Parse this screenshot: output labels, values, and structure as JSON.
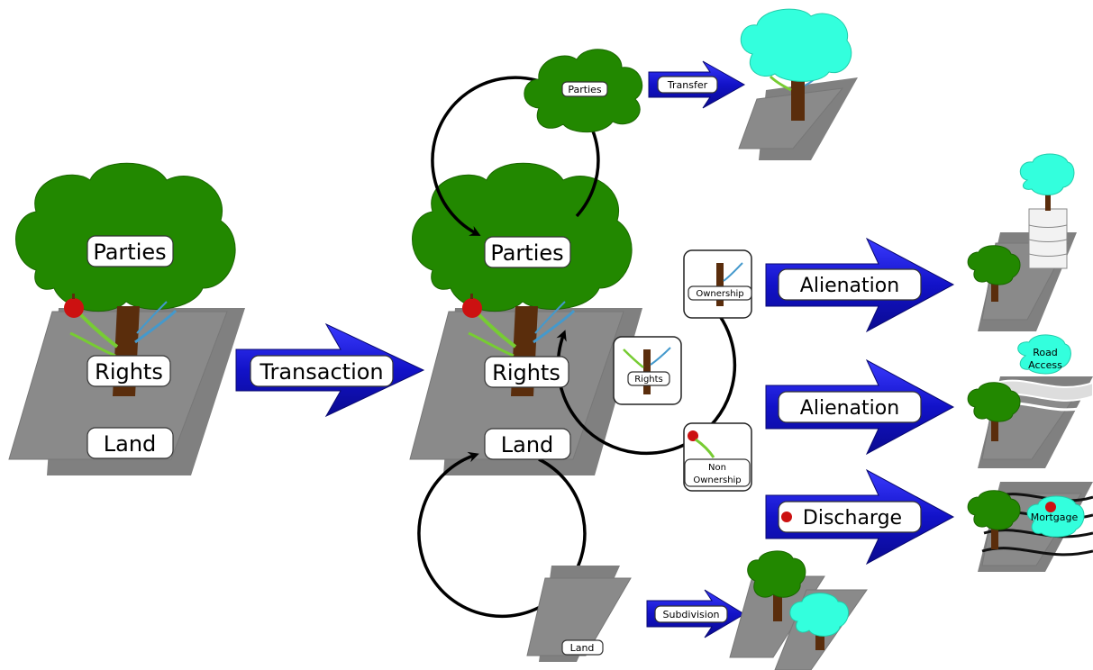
{
  "colors": {
    "tree_green": "#228800",
    "tree_cyan": "#33ffdd",
    "trunk": "#5a2d0c",
    "land_gray": "#808080",
    "arrow_blue": "#1a1ad6",
    "apple_red": "#cc1111",
    "branch_green": "#77cc33",
    "branch_blue": "#4499cc"
  },
  "left_tree": {
    "parties": "Parties",
    "rights": "Rights",
    "land": "Land"
  },
  "transaction_arrow": "Transaction",
  "center_tree": {
    "parties": "Parties",
    "rights": "Rights",
    "land": "Land"
  },
  "top_cloud": {
    "label": "Parties"
  },
  "transfer_arrow": "Transfer",
  "bottom_parcel": {
    "label": "Land"
  },
  "subdivision_arrow": "Subdivision",
  "boxes": {
    "ownership": "Ownership",
    "rights": "Rights",
    "non_ownership_line1": "Non",
    "non_ownership_line2": "Ownership"
  },
  "right_arrows": {
    "alienation_1": "Alienation",
    "alienation_2": "Alienation",
    "discharge": "Discharge"
  },
  "results": {
    "road_line1": "Road",
    "road_line2": "Access",
    "mortgage": "Mortgage"
  }
}
